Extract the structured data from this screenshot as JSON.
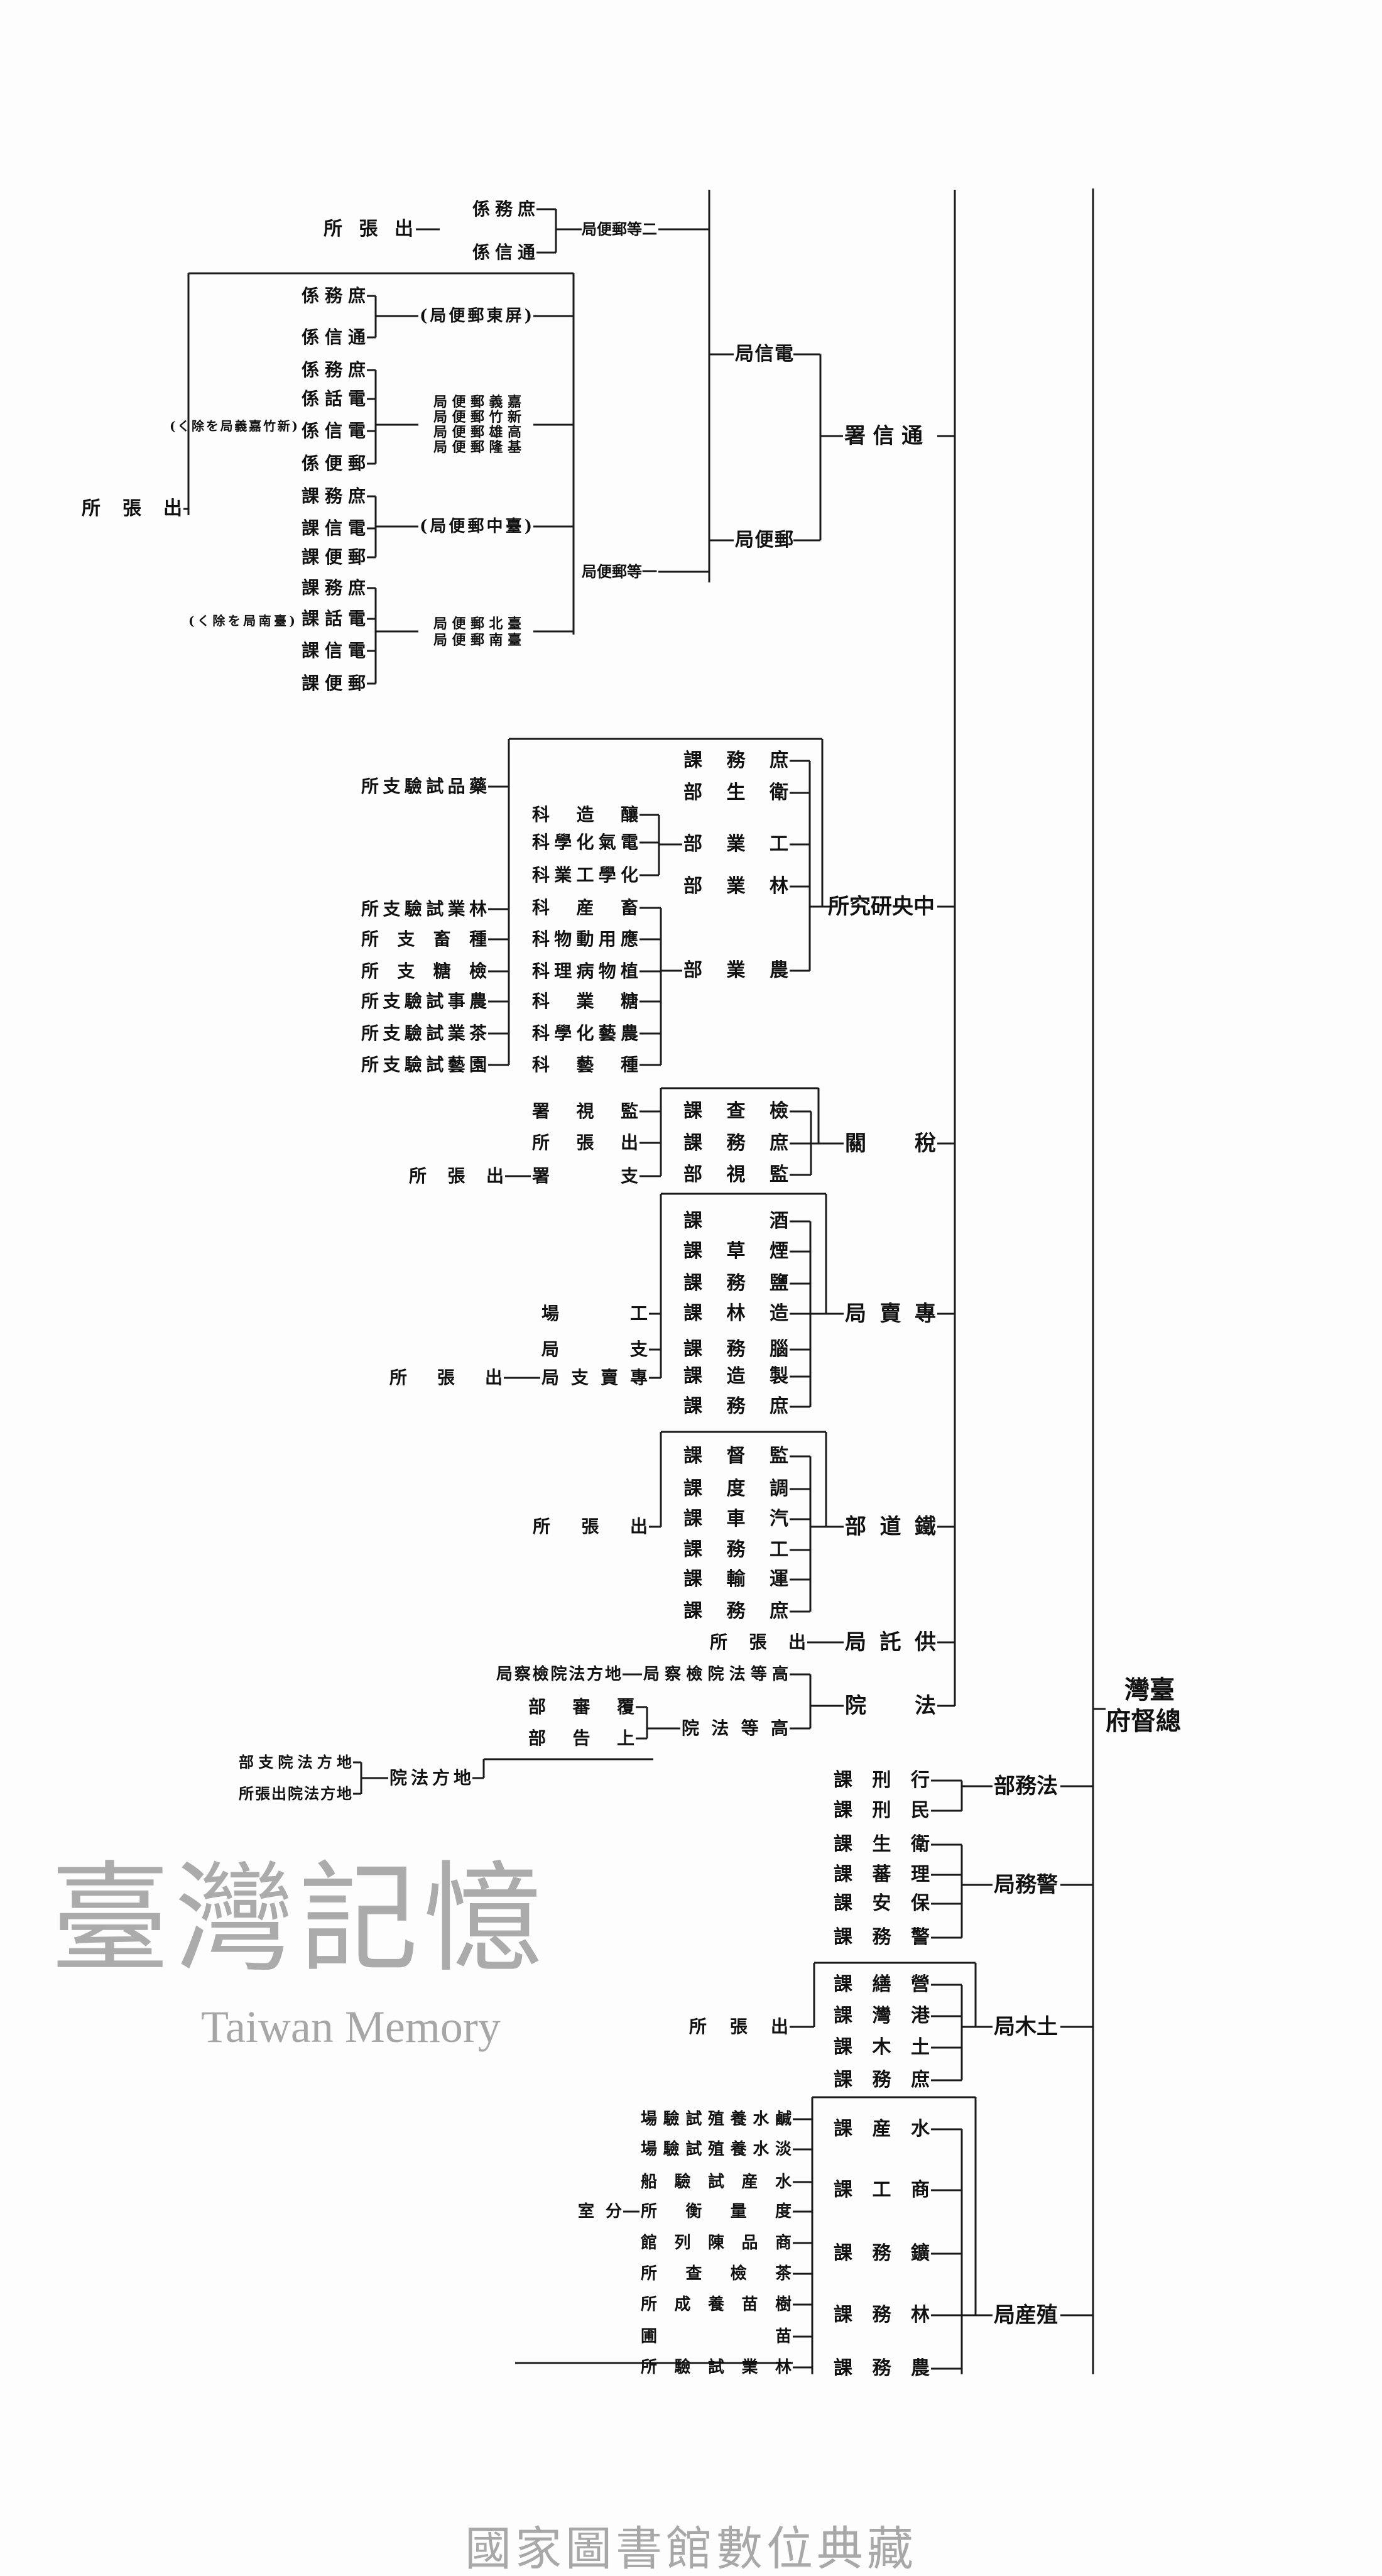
{
  "root": {
    "line1": "臺灣",
    "line2": "總督府"
  },
  "tsushin": {
    "name": "通信署",
    "denshin": "電信局",
    "yubin": "郵便局",
    "nito": {
      "name": "二等郵便局",
      "sections": [
        "庶務係",
        "通信係"
      ],
      "branch": "出張所"
    },
    "itto": {
      "name": "一等郵便局",
      "offices": [
        "(屏東郵便局)",
        "嘉義郵便局",
        "新竹郵便局",
        "高雄郵便局",
        "基隆郵便局",
        "(臺中郵便局)",
        "臺北郵便局",
        "臺南郵便局"
      ],
      "sections": [
        "庶務係",
        "通信係",
        "庶務係",
        "電話係",
        "電信係",
        "郵便係",
        "庶務課",
        "電信課",
        "郵便課",
        "庶務課",
        "電話課",
        "電信課",
        "郵便課"
      ],
      "notes": [
        "(新竹嘉義局を除く)",
        "(臺南局を除く)"
      ],
      "branch": "出張所"
    }
  },
  "research": {
    "name": "中央研究所",
    "divisions": [
      "庶務課",
      "衛生部",
      "工業部",
      "林業部",
      "農業部"
    ],
    "subs": [
      "釀造科",
      "電氣化學科",
      "化學工業科",
      "畜産科",
      "應用動物科",
      "植物病理科",
      "糖業科",
      "農藝化學科",
      "種藝科"
    ],
    "branches": [
      "藥品試驗支所",
      "林業試驗支所",
      "種畜支所",
      "檢糖支所",
      "農事試驗支所",
      "茶業試驗支所",
      "園藝試驗支所"
    ]
  },
  "customs": {
    "name": "稅關",
    "divisions": [
      "檢查課",
      "庶務課",
      "監視部"
    ],
    "subs": [
      "監視署",
      "出張所",
      "支署"
    ],
    "branch": "出張所"
  },
  "monopoly": {
    "name": "專賣局",
    "divisions": [
      "酒課",
      "煙草課",
      "鹽務課",
      "造林課",
      "腦務課",
      "製造課",
      "庶務課"
    ],
    "subs": [
      "工場",
      "支局",
      "專賣支局"
    ],
    "branch": "出張所"
  },
  "railway": {
    "name": "鐵道部",
    "divisions": [
      "監督課",
      "調度課",
      "汽車課",
      "工務課",
      "運輸課",
      "庶務課"
    ],
    "branch": "出張所"
  },
  "deposit": {
    "name": "供託局",
    "branch": "出張所"
  },
  "court": {
    "name": "法院",
    "high_prosecutor": "高等法院檢察局",
    "local_prosecutor": "地方法院檢察局",
    "high_court": "高等法院",
    "high_divisions": [
      "覆審部",
      "上告部"
    ],
    "local_court": "地方法院",
    "local_subs": [
      "地方法院支部",
      "地方法院出張所"
    ]
  },
  "justice": {
    "name": "法務部",
    "divisions": [
      "行刑課",
      "民刑課"
    ]
  },
  "police": {
    "name": "警務局",
    "divisions": [
      "衛生課",
      "理蕃課",
      "保安課",
      "警務課"
    ]
  },
  "civil": {
    "name": "土木局",
    "divisions": [
      "營繕課",
      "港灣課",
      "土木課",
      "庶務課"
    ],
    "branch": "出張所"
  },
  "industry": {
    "name": "殖産局",
    "divisions": [
      "水産課",
      "商工課",
      "鑛務課",
      "林務課",
      "農務課"
    ],
    "subs": [
      "鹹水養殖試驗場",
      "淡水養殖試驗場",
      "水産試驗船",
      "度量衡所",
      "商品陳列館",
      "茶檢查所",
      "樹苗養成所",
      "苗圃",
      "林業試驗所"
    ],
    "annex": "分室"
  },
  "watermark": {
    "cn": "臺灣記憶",
    "en": "Taiwan Memory",
    "bottom": "國家圖書館數位典藏"
  }
}
